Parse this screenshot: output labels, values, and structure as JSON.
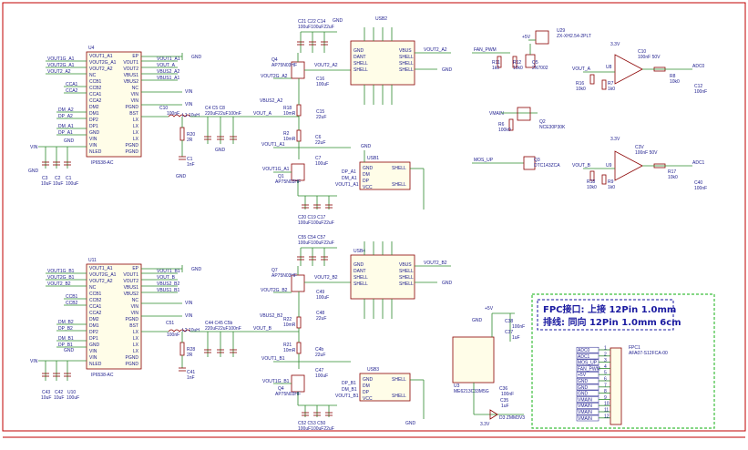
{
  "fpc_note": {
    "line1": "FPC接口: 上接 12Pin 1.0mm",
    "line2": "排线: 同向 12Pin 1.0mm 6cm"
  },
  "top_ic": {
    "ref": "U4",
    "part": "IP6538-AC",
    "left_pins": [
      "VOUT1_A1",
      "VOUT2G_A1",
      "VOUT2_A2",
      "NC",
      "CCB1",
      "CCB2",
      "CCA1",
      "CCA2",
      "DM2",
      "DM1",
      "DP2",
      "DP1",
      "GND",
      "VIN",
      "VIN",
      "NLED"
    ],
    "right_pins": [
      "EP",
      "VOUT1",
      "VOUT2",
      "VBUS1",
      "VBUS2",
      "NC",
      "VIN",
      "VIN",
      "PGND",
      "BST",
      "LX",
      "LX",
      "LX",
      "LX",
      "PGND",
      "PGND"
    ],
    "nets_left": [
      "VOUT1G_A1",
      "VOUT2G_A1",
      "VOUT2_A2",
      "CCA1",
      "CCA2",
      "DM_A2",
      "DP_A2",
      "DM_A1",
      "DP_A1",
      "GND"
    ],
    "nets_right": [
      "VOUT1_A1",
      "VOUT_A",
      "VBUS2_A2",
      "VBUS1_A1",
      "VIN",
      "VIN"
    ]
  },
  "bottom_ic": {
    "ref": "U11",
    "part": "IP6538-AC",
    "nets_left": [
      "VOUT1G_B1",
      "VOUT2G_B1",
      "VOUT2_B2",
      "CCB1",
      "CCB2",
      "DM_B2",
      "DP_B2",
      "DM_B1",
      "DP_B1",
      "GND"
    ],
    "nets_right": [
      "VOUT1_B1",
      "VOUT_B",
      "VBUS2_B2",
      "VBUS1_B1",
      "VIN",
      "VIN"
    ]
  },
  "components": {
    "C3": "C3",
    "C2": "C2",
    "C1": "C1",
    "C3_val": "10uF",
    "C2_val": "10uF",
    "C1_val": "100uF",
    "C43": "C43",
    "C42": "C42",
    "U10": "U10",
    "C43_val": "10uF",
    "C42_val": "10uF",
    "U10_val": "100uF",
    "L1": "L1 10uH",
    "L2": "L2 10uH",
    "C10": "C10",
    "C10_val": "100nF",
    "C51": "C51",
    "C51_val": "100nF",
    "R20": "R20",
    "R20_val": "2R",
    "R28": "R28",
    "R28_val": "2R",
    "C1b": "C1",
    "C1b_val": "1nF",
    "C41": "C41",
    "C41_val": "1nF",
    "C4C5C6": "C4 C5 C8",
    "C4C5C6_val": "220uF22uF100nF",
    "C44C45C5b": "C44 C45 C5b",
    "C44C45C5b_val": "220uF22uF100nF",
    "Q4": "Q4",
    "Q4_part": "AP75N03HF",
    "Q1": "Q1",
    "Q1_part": "AP75N03HF",
    "Q7": "Q7",
    "Q7_part": "AP75N03HF",
    "Q4b": "Q4",
    "Q4b_part": "AP75N03HF",
    "C21_grp": "C21 C22 C14",
    "C21_grp_val": "100uF100uF22uF",
    "C20_grp": "C20 C19 C17",
    "C20_grp_val": "100uF100uF22uF",
    "C55_grp": "C55 C54 C57",
    "C55_grp_val": "100uF100uF22uF",
    "C52_grp": "C52 C53 C50",
    "C52_grp_val": "100uF100uF22uF",
    "R18": "R18",
    "R18_val": "10mR",
    "R2": "R2",
    "R2_val": "10mR",
    "R22": "R22",
    "R22_val": "10mR",
    "R21": "R21",
    "R21_val": "10mR",
    "C16": "C16",
    "C16_val": "100uF",
    "C15": "C15",
    "C15_val": "22uF",
    "C6": "C6",
    "C6_val": "22uF",
    "C7": "C7",
    "C7_val": "100uF",
    "C49": "C49",
    "C49_val": "100uF",
    "C48": "C48",
    "C48_val": "22uF",
    "C4b": "C4b",
    "C4b_val": "22uF",
    "C47": "C47",
    "C47_val": "100uF",
    "USB2": "USB2",
    "USB1": "USB1",
    "USB4": "USB4",
    "USB3": "USB3",
    "U29": "U29",
    "U29_part": "ZX-XH2.54-2PLT",
    "R11": "R11",
    "R11_val": "1k0",
    "R12": "R12",
    "R12_val": "10k0",
    "Q5": "Q5",
    "Q5_part": "2N7002",
    "Q2": "Q2",
    "Q2_part": "NCE30P30K",
    "Q3": "Q3",
    "Q3_part": "DTC143ZCA",
    "R6": "R6",
    "R6_val": "100k0",
    "U8": "U8",
    "U9": "U9",
    "C10b": "C10",
    "C10b_val": "100nF 50V",
    "C3v": "C3V",
    "C3v_val": "100nF 50V",
    "R16": "R16",
    "R16_val": "10k0",
    "R7": "R7",
    "R7_val": "1k0",
    "R9": "R9",
    "R9_val": "1k0",
    "R8": "R8",
    "R8_val": "10k0",
    "R17": "R17",
    "R17_val": "10k0",
    "C12": "C12",
    "C12_val": "100nF",
    "C40": "C40",
    "C40_val": "100nF",
    "U3": "U3",
    "U3_part": "ME6213C33M5G",
    "C38": "C38",
    "C38_val": "100nF",
    "C37": "C37",
    "C37_val": "1uF",
    "C35": "C35",
    "C35_val": "1uF",
    "C36": "C36",
    "C36_val": "100nF",
    "D3": "D3 ZMM3V3",
    "FPC1": "FPC1",
    "FPC1_part": "AFA07-S12FCA-00"
  },
  "nets": {
    "vin": "VIN",
    "gnd": "GND",
    "plus5v": "+5V",
    "v33": "3.3V",
    "vout_a": "VOUT_A",
    "vout_b": "VOUT_B",
    "vout1_a1": "VOUT1_A1",
    "vout1_b1": "VOUT1_B1",
    "vout2g_a2": "VOUT2G_A2",
    "vout2g_b2": "VOUT2G_B2",
    "vout2_a2": "VOUT2_A2",
    "vout2_b2": "VOUT2_B2",
    "vbus2_a2": "VBUS2_A2",
    "vbus2_b2": "VBUS2_B2",
    "vout1g_a1": "VOUT1G_A1",
    "vout1g_b1": "VOUT1G_B1",
    "fan_pwm": "FAN_PWM",
    "vmain": "VMAIN",
    "mos_up": "MOS_UP",
    "adc0": "ADC0",
    "adc1": "ADC1",
    "dp_a1": "DP_A1",
    "dm_a1": "DM_A1",
    "dp_b1": "DP_B1",
    "dm_b1": "DM_B1",
    "gnd_label": "GND"
  },
  "fpc_pins": {
    "labels": [
      "ADC0",
      "ADC1",
      "MOS_UP",
      "FAN_PWM",
      "+5V",
      "GND",
      "GND",
      "GND",
      "VMAIN",
      "VMAIN",
      "VMAIN",
      "VMAIN"
    ],
    "numbers": [
      "1",
      "2",
      "3",
      "4",
      "5",
      "6",
      "7",
      "8",
      "9",
      "10",
      "11",
      "12"
    ]
  },
  "usb_pins": {
    "top_row": [
      "GND",
      "DANT",
      "SHELL",
      "SHELL"
    ],
    "right_row": [
      "VBUS",
      "SHELL",
      "SHELL",
      "SHELL"
    ],
    "left_row": [
      "GND",
      "DM",
      "DP",
      "VCC"
    ],
    "shell": "SHELL"
  },
  "colors": {
    "wire": "#2e8b2e",
    "part": "#8b0000",
    "label": "#1a1a8c",
    "frame": "#c00000",
    "note_border": "#3cbf3c",
    "note_text": "#1a1aa0"
  }
}
